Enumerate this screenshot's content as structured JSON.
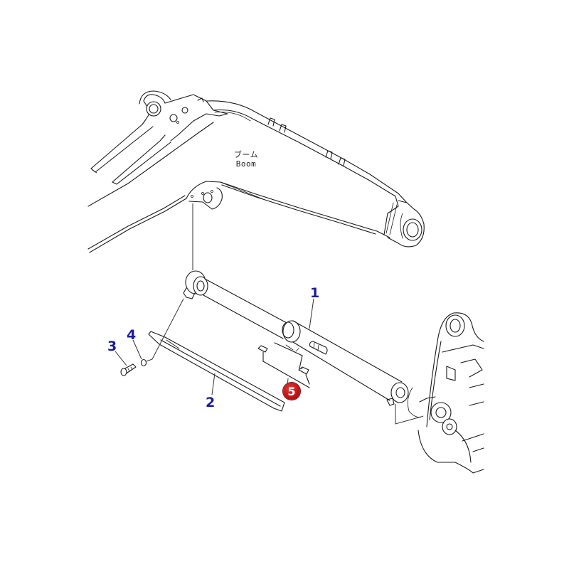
{
  "diagram": {
    "type": "exploded-parts-diagram",
    "subject": "Excavator boom cylinder assembly",
    "boom_label": {
      "japanese": "ブーム",
      "english": "Boom"
    },
    "callouts": [
      {
        "id": "1",
        "label": "1",
        "part": "cylinder",
        "color": "#1c1c9a",
        "highlighted": false
      },
      {
        "id": "2",
        "label": "2",
        "part": "cover plate",
        "color": "#1c1c9a",
        "highlighted": false
      },
      {
        "id": "3",
        "label": "3",
        "part": "bolt",
        "color": "#1c1c9a",
        "highlighted": false
      },
      {
        "id": "4",
        "label": "4",
        "part": "washer",
        "color": "#1c1c9a",
        "highlighted": false
      },
      {
        "id": "5",
        "label": "5",
        "part": "hose/fitting group",
        "color": "#c41414",
        "highlighted": true
      }
    ],
    "colors": {
      "line": "#1a1a1a",
      "callout_text": "#1c1c9a",
      "highlight_badge": "#c41414",
      "background": "#ffffff"
    }
  }
}
